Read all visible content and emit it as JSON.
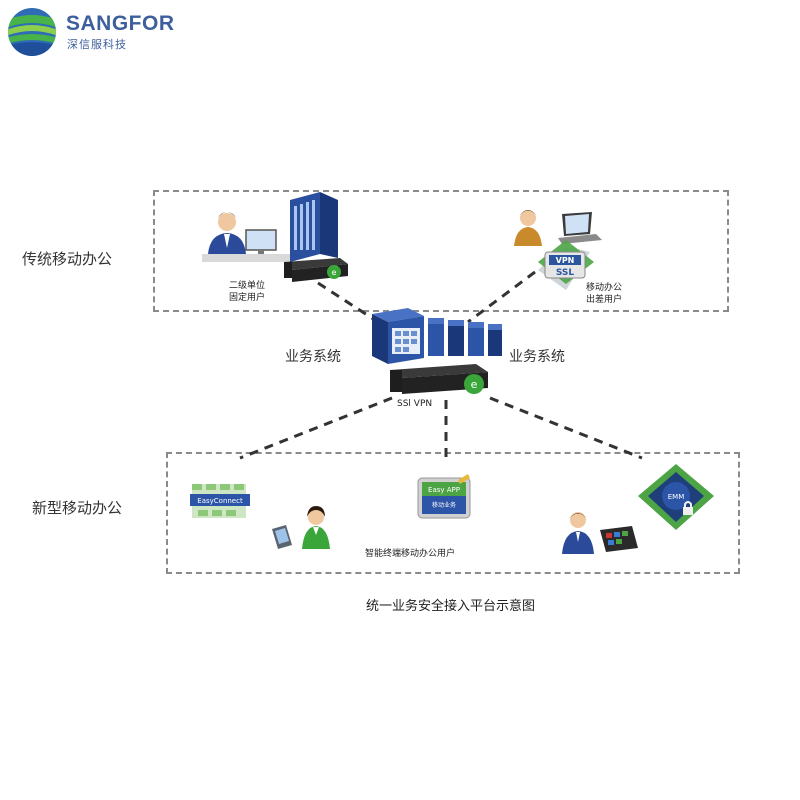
{
  "brand": {
    "name": "SANGFOR",
    "subtitle": "深信服科技"
  },
  "regions": {
    "traditional": {
      "label": "传统移动办公"
    },
    "new": {
      "label": "新型移动办公"
    }
  },
  "nodes": {
    "branch_user": {
      "line1": "二级单位",
      "line2": "固定用户"
    },
    "mobile_user": {
      "line1": "移动办公",
      "line2": "出差用户"
    },
    "business_left": "业务系统",
    "business_right": "业务系统",
    "ssl_vpn": "SSl VPN",
    "vpn_badge": {
      "top": "VPN",
      "bottom": "SSL"
    },
    "easyconnect": "EasyConnect",
    "easyapp": {
      "top": "Easy APP",
      "bottom": "移动业务"
    },
    "smart_user": "智能终端移动办公用户",
    "emm_badge": "EMM"
  },
  "caption": "统一业务安全接入平台示意图",
  "colors": {
    "brand": "#3d5f9c",
    "line": "#333333",
    "region_border": "#8a8a8a",
    "server": "#1f3f8f",
    "green": "#3aa63a"
  }
}
